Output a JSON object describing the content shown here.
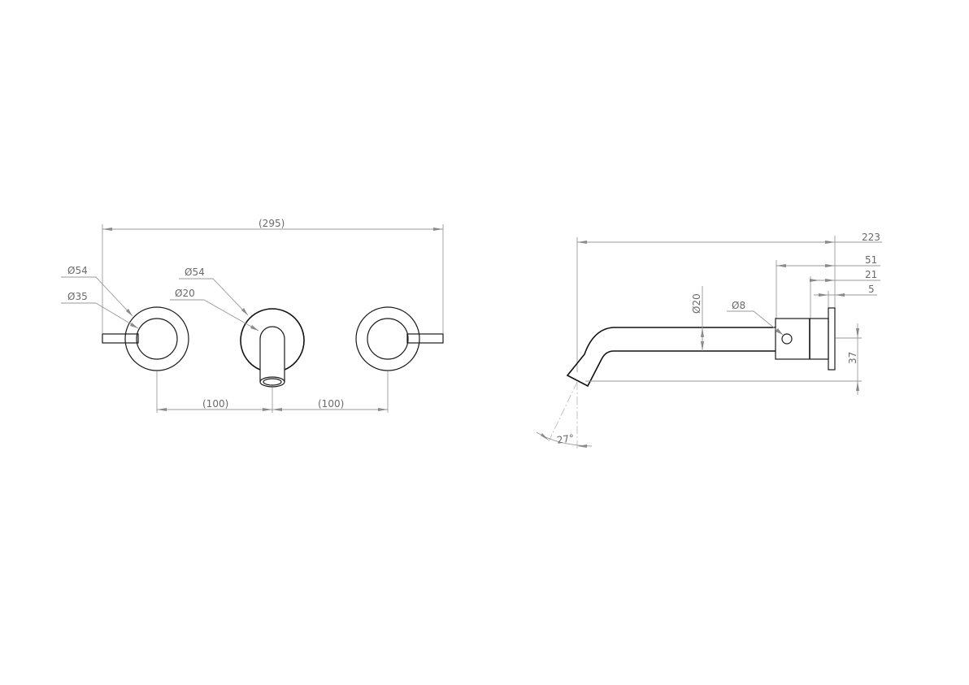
{
  "drawing": {
    "colors": {
      "object_line": "#1a1a1a",
      "dimension_line": "#9a9a9a",
      "text": "#6a6a6a",
      "background": "#ffffff"
    },
    "front_view": {
      "overall_width": "(295)",
      "left_handle": {
        "outer_diameter": "Ø54",
        "inner_diameter": "Ø35"
      },
      "spout": {
        "plate_diameter": "Ø54",
        "spout_diameter": "Ø20"
      },
      "spacing_left": "(100)",
      "spacing_right": "(100)"
    },
    "side_view": {
      "projection": "223",
      "body_depth": "51",
      "body_rear": "21",
      "flange_thickness": "5",
      "spout_diameter": "Ø20",
      "grub_screw_diameter": "Ø8",
      "height_offset": "37",
      "outlet_angle": "27°"
    }
  }
}
